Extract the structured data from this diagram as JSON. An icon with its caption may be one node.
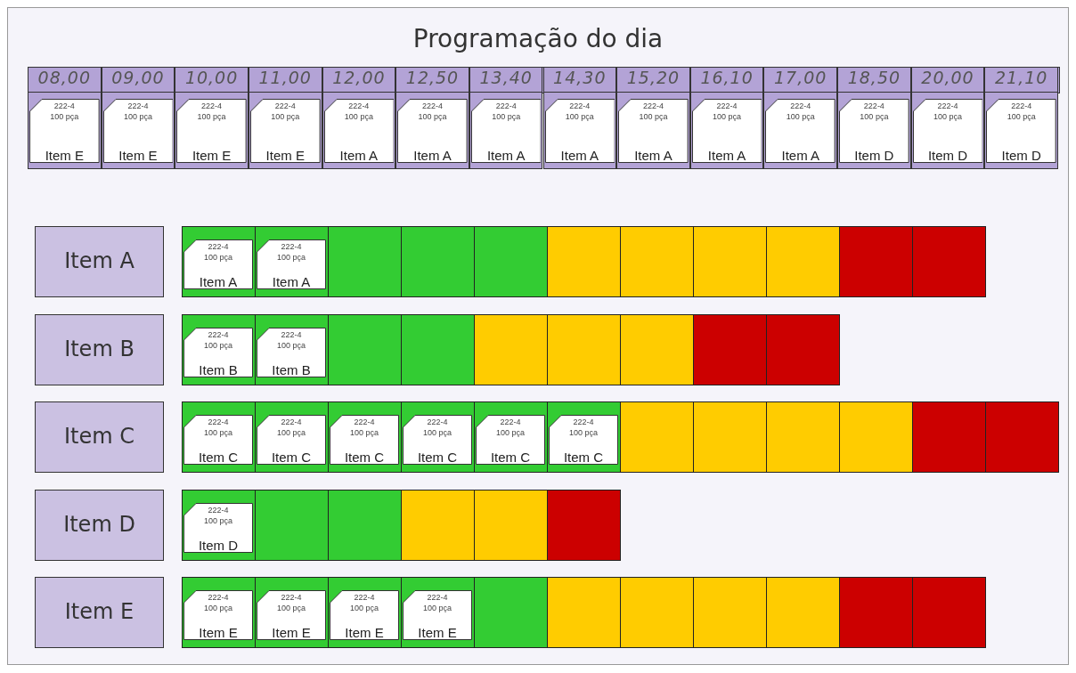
{
  "diagram": {
    "title": "Programação do dia",
    "nodes": [
      {
        "text": [
          "08,00"
        ]
      },
      {
        "text": [
          "222-4",
          "100 pça",
          "Item E"
        ],
        "in": 0
      },
      {
        "text": [
          "09,00"
        ]
      },
      {
        "text": [
          "222-4",
          "100 pça",
          "Item E"
        ],
        "in": 2
      },
      {
        "text": [
          "10,00"
        ]
      },
      {
        "text": [
          "222-4",
          "100 pça",
          "Item E"
        ],
        "in": 4
      },
      {
        "text": [
          "11,00"
        ]
      },
      {
        "text": [
          "222-4",
          "100 pça",
          "Item E"
        ],
        "in": 6
      },
      {
        "text": [
          "12,00"
        ]
      },
      {
        "text": [
          "222-4",
          "100 pça",
          "Item A"
        ],
        "in": 8
      },
      {
        "text": [
          "12,50"
        ]
      },
      {
        "text": [
          "222-4",
          "100 pça",
          "Item A"
        ],
        "in": 10
      },
      {
        "text": [
          "13,40"
        ]
      },
      {
        "text": [
          "222-4",
          "100 pça",
          "Item A"
        ],
        "in": 12
      },
      {
        "text": [
          "14,30"
        ]
      },
      {
        "text": [
          "222-4",
          "100 pça",
          "Item A"
        ],
        "in": 14
      },
      {
        "text": [
          "15,20"
        ]
      },
      {
        "text": [
          "222-4",
          "100 pça",
          "Item A"
        ],
        "in": 16
      },
      {
        "text": [
          "16,10"
        ]
      },
      {
        "text": [
          "222-4",
          "100 pça",
          "Item A"
        ],
        "in": 18
      },
      {
        "text": [
          "17,00"
        ]
      },
      {
        "text": [
          "222-4",
          "100 pça",
          "Item A"
        ],
        "in": 20
      },
      {
        "text": [
          "18,50"
        ]
      },
      {
        "text": [
          "222-4",
          "100 pça",
          "Item D"
        ],
        "in": 22
      },
      {
        "text": [
          "20,00"
        ]
      },
      {
        "text": [
          "222-4",
          "100 pça",
          "Item D"
        ],
        "in": 24
      },
      {
        "text": [
          "21,10"
        ]
      },
      {
        "text": [
          "222-4",
          "100 pça",
          "Item D"
        ],
        "in": 26
      },
      {
        "text": [
          "Item A"
        ]
      },
      {
        "text": [],
        "shape": "box"
      },
      {
        "text": [
          "222-4",
          "100 pça",
          "Item A"
        ],
        "in": 29
      },
      {
        "text": [],
        "shape": "box"
      },
      {
        "text": [
          "222-4",
          "100 pça",
          "Item A"
        ],
        "in": 31
      },
      {
        "text": [],
        "shape": "box"
      },
      {
        "text": [],
        "shape": "box"
      },
      {
        "text": [],
        "shape": "box"
      },
      {
        "text": [],
        "shape": "box"
      },
      {
        "text": [],
        "shape": "box"
      },
      {
        "text": [],
        "shape": "box"
      },
      {
        "text": [],
        "shape": "box"
      },
      {
        "text": [],
        "shape": "box"
      },
      {
        "text": [],
        "shape": "box"
      },
      {
        "text": [
          "Item B"
        ]
      },
      {
        "text": [],
        "shape": "box"
      },
      {
        "text": [
          "222-4",
          "100 pça",
          "Item B"
        ],
        "in": 43
      },
      {
        "text": [],
        "shape": "box"
      },
      {
        "text": [
          "222-4",
          "100 pça",
          "Item B"
        ],
        "in": 45
      },
      {
        "text": [],
        "shape": "box"
      },
      {
        "text": [],
        "shape": "box"
      },
      {
        "text": [],
        "shape": "box"
      },
      {
        "text": [],
        "shape": "box"
      },
      {
        "text": [],
        "shape": "box"
      },
      {
        "text": [],
        "shape": "box"
      },
      {
        "text": [],
        "shape": "box"
      },
      {
        "text": [
          "Item C"
        ]
      },
      {
        "text": [],
        "shape": "box"
      },
      {
        "text": [
          "222-4",
          "100 pça",
          "Item C"
        ],
        "in": 55
      },
      {
        "text": [],
        "shape": "box"
      },
      {
        "text": [
          "222-4",
          "100 pça",
          "Item C"
        ],
        "in": 57
      },
      {
        "text": [],
        "shape": "box"
      },
      {
        "text": [
          "222-4",
          "100 pça",
          "Item C"
        ],
        "in": 59
      },
      {
        "text": [],
        "shape": "box"
      },
      {
        "text": [
          "222-4",
          "100 pça",
          "Item C"
        ],
        "in": 61
      },
      {
        "text": [],
        "shape": "box"
      },
      {
        "text": [
          "222-4",
          "100 pça",
          "Item C"
        ],
        "in": 63
      },
      {
        "text": [],
        "shape": "box"
      },
      {
        "text": [
          "222-4",
          "100 pça",
          "Item C"
        ],
        "in": 65
      },
      {
        "text": [],
        "shape": "box"
      },
      {
        "text": [],
        "shape": "box"
      },
      {
        "text": [],
        "shape": "box"
      },
      {
        "text": [],
        "shape": "box"
      },
      {
        "text": [],
        "shape": "box"
      },
      {
        "text": [],
        "shape": "box"
      },
      {
        "text": [
          "Item D"
        ]
      },
      {
        "text": [],
        "shape": "box"
      },
      {
        "text": [
          "222-4",
          "100 pça",
          "Item D"
        ],
        "in": 74
      },
      {
        "text": [],
        "shape": "box"
      },
      {
        "text": [],
        "shape": "box"
      },
      {
        "text": [],
        "shape": "box"
      },
      {
        "text": [],
        "shape": "box"
      },
      {
        "text": [],
        "shape": "box"
      },
      {
        "text": [
          "Item E"
        ]
      },
      {
        "text": [],
        "shape": "box"
      },
      {
        "text": [
          "222-4",
          "100 pça",
          "Item E"
        ],
        "in": 82
      },
      {
        "text": [],
        "shape": "box"
      },
      {
        "text": [
          "222-4",
          "100 pça",
          "Item E"
        ],
        "in": 84
      },
      {
        "text": [],
        "shape": "box"
      },
      {
        "text": [
          "222-4",
          "100 pça",
          "Item E"
        ],
        "in": 86
      },
      {
        "text": [],
        "shape": "box"
      },
      {
        "text": [
          "222-4",
          "100 pça",
          "Item E"
        ],
        "in": 88
      },
      {
        "text": [],
        "shape": "box"
      },
      {
        "text": [],
        "shape": "box"
      },
      {
        "text": [],
        "shape": "box"
      },
      {
        "text": [],
        "shape": "box"
      },
      {
        "text": [],
        "shape": "box"
      },
      {
        "text": [],
        "shape": "box"
      },
      {
        "text": [],
        "shape": "box"
      }
    ]
  }
}
